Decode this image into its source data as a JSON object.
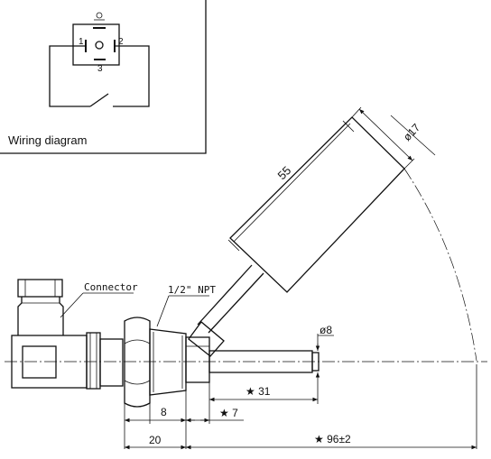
{
  "wiring": {
    "caption": "Wiring diagram",
    "pin1": "1",
    "pin2": "2",
    "pin3": "3"
  },
  "labels": {
    "connector": "Connector",
    "thread": "1/2\" NPT"
  },
  "dimensions": {
    "float_length": "55",
    "float_diameter": "ø17",
    "stem_diameter": "ø8",
    "stem_length": "★ 31",
    "offset": "★ 7",
    "hex": "8",
    "body": "20",
    "total": "★ 96±2"
  }
}
